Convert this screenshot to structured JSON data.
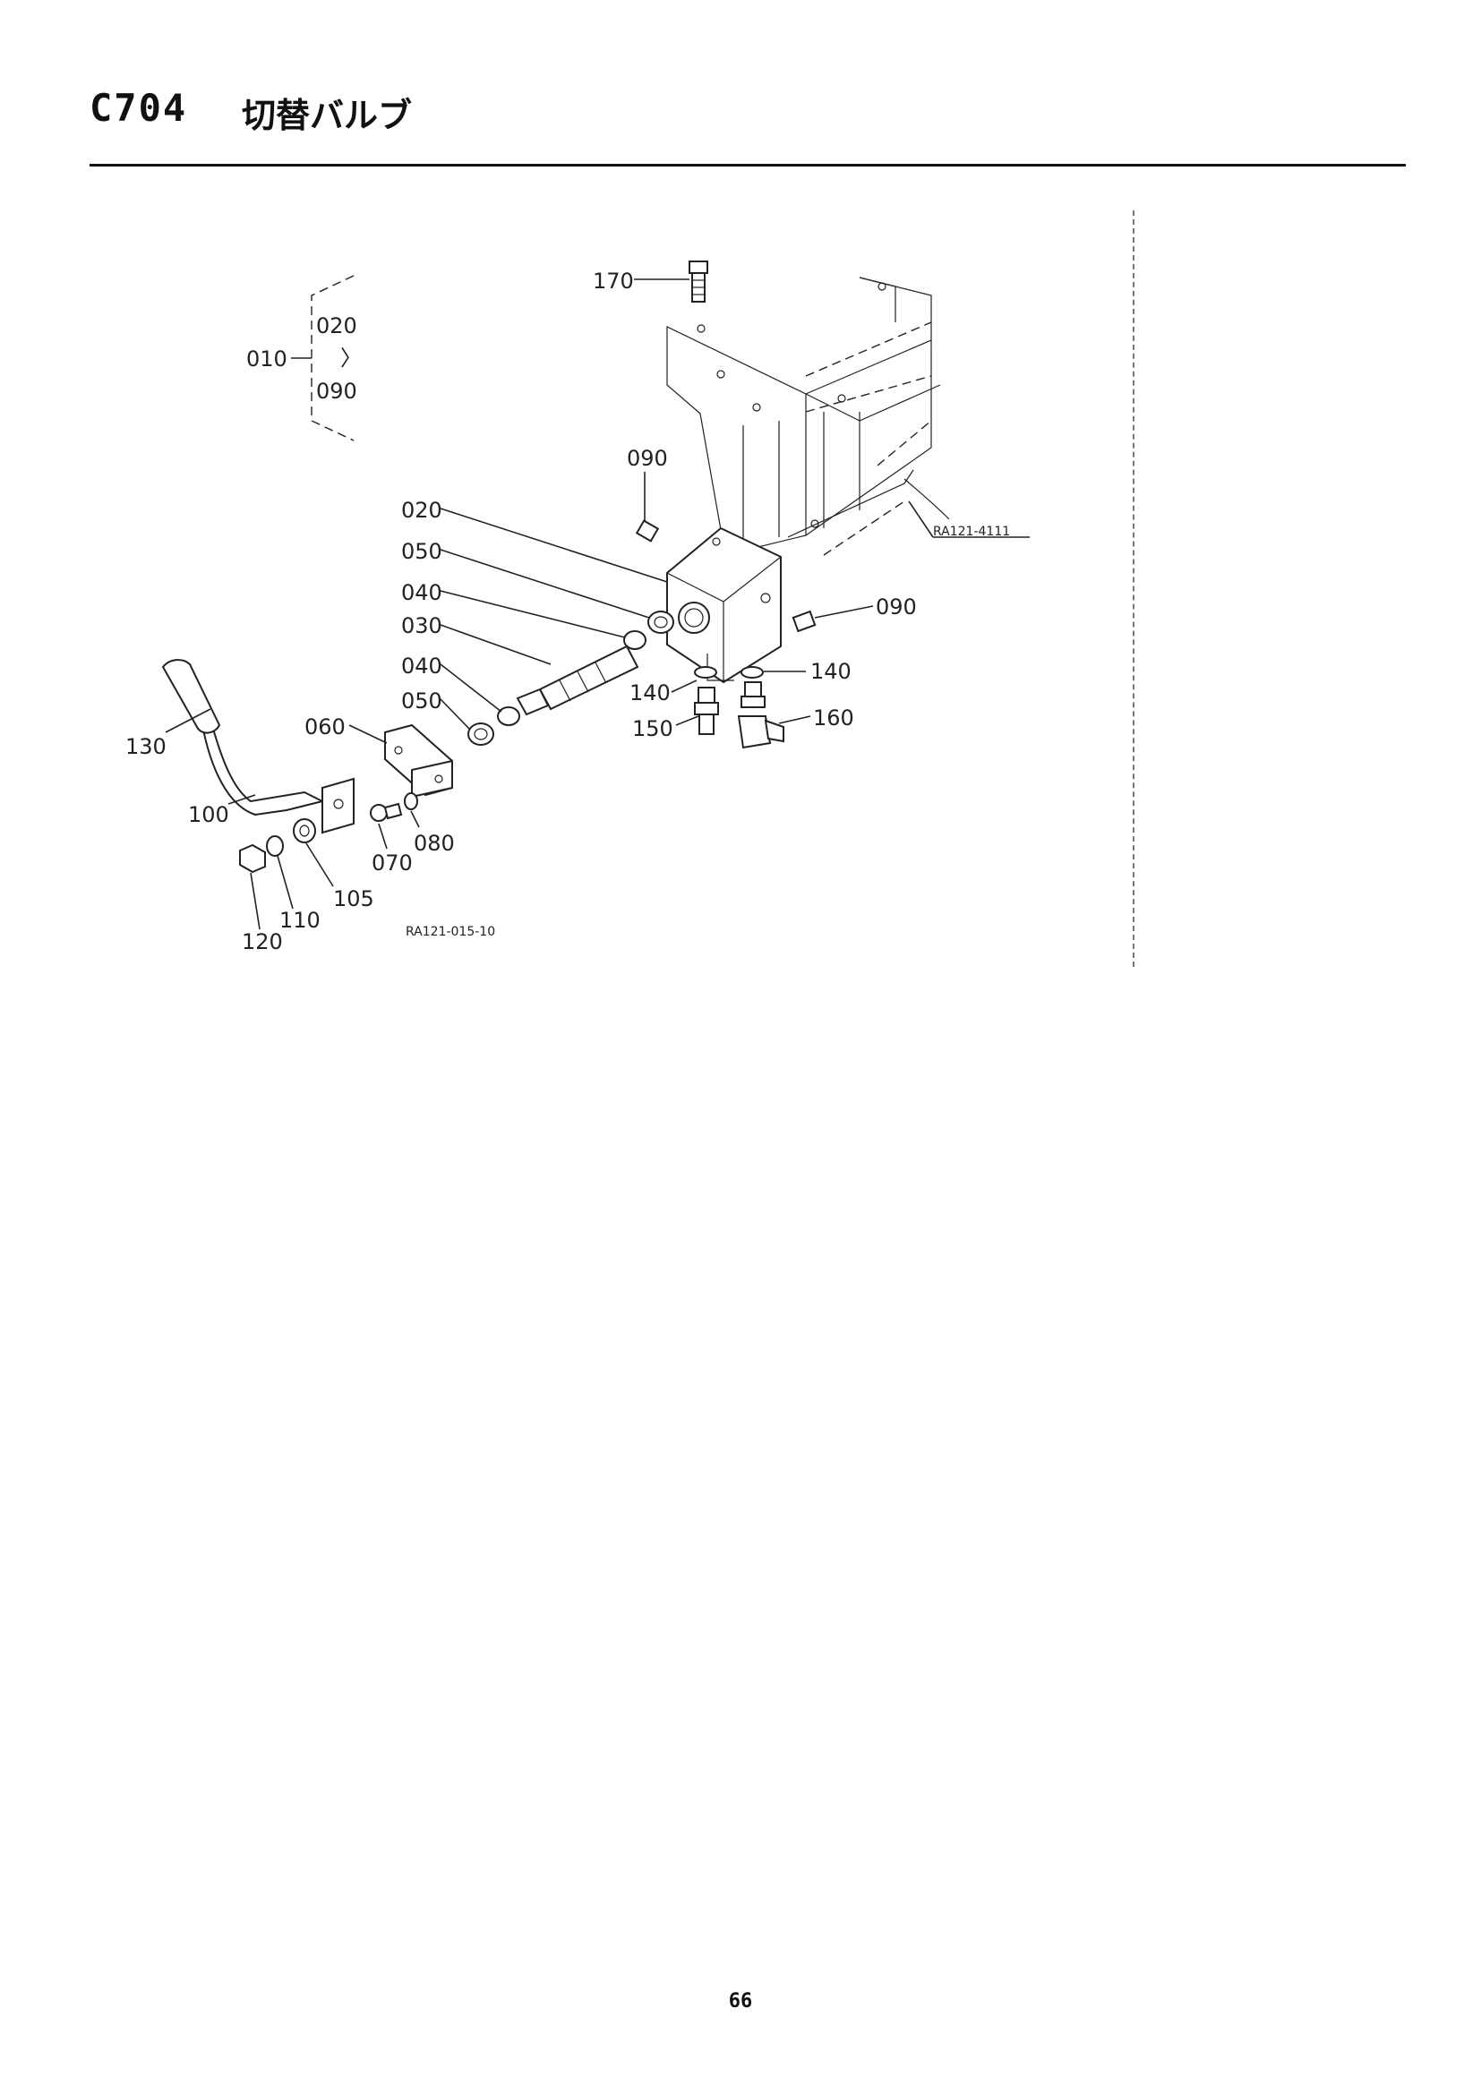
{
  "header": {
    "code": "C704",
    "title": "切替バルブ"
  },
  "diagram": {
    "reference_codes": [
      "RA121-4111",
      "RA121-015-10"
    ],
    "group_bracket": {
      "label": "010",
      "from": "020",
      "symbol": "〉",
      "to": "090"
    },
    "labels": [
      "170",
      "090",
      "020",
      "050",
      "040",
      "030",
      "040",
      "050",
      "090",
      "140",
      "140",
      "140",
      "150",
      "160",
      "130",
      "060",
      "100",
      "070",
      "080",
      "105",
      "110",
      "120"
    ]
  },
  "footer": {
    "page_number": "66"
  }
}
